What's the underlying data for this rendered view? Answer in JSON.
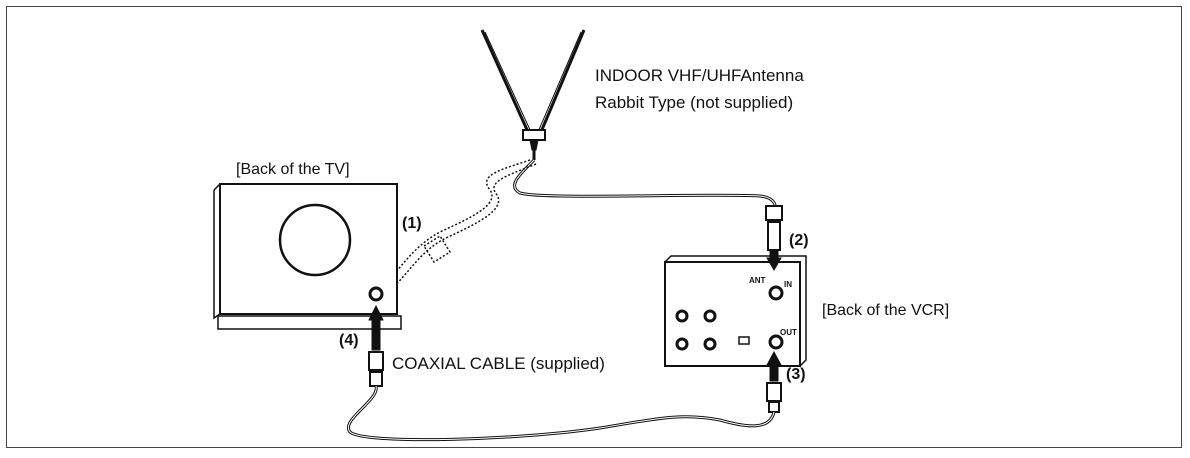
{
  "antenna": {
    "line1": "INDOOR VHF/UHFAntenna",
    "line2": "Rabbit Type (not supplied)"
  },
  "tv": {
    "label": "[Back of the TV]"
  },
  "vcr": {
    "label": "[Back of the VCR]",
    "ant_text": "ANT",
    "in_text": "IN",
    "out_text": "OUT"
  },
  "cable": {
    "label": "COAXIAL CABLE (supplied)"
  },
  "steps": {
    "s1": "(1)",
    "s2": "(2)",
    "s3": "(3)",
    "s4": "(4)"
  }
}
